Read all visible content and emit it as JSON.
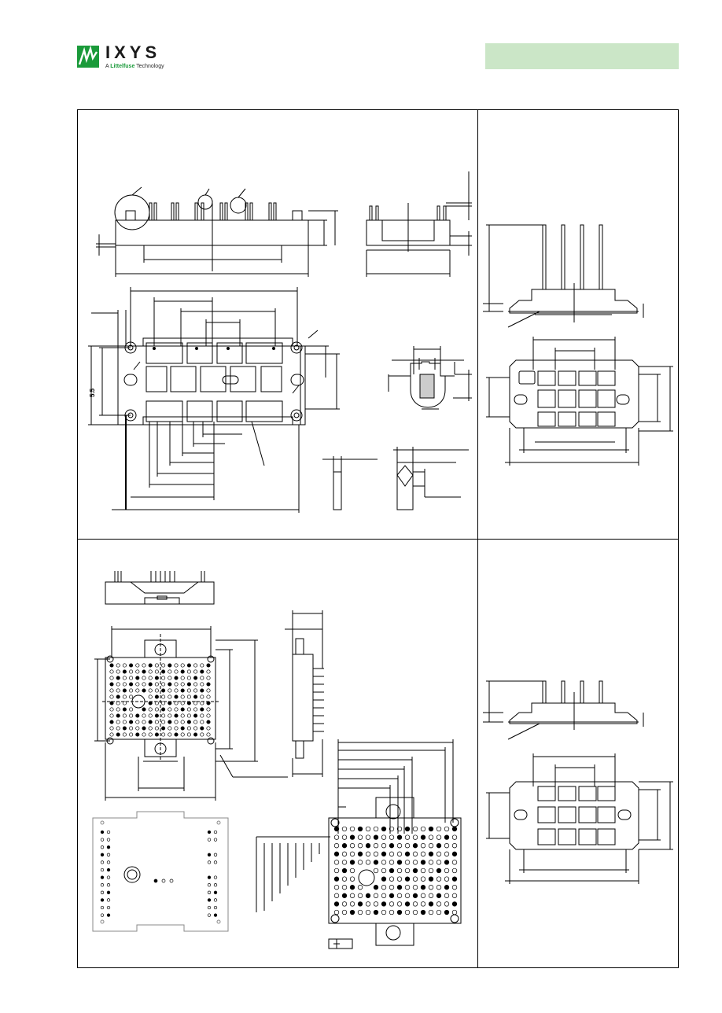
{
  "header": {
    "logo_text": "IXYS",
    "logo_sub_prefix": "A ",
    "logo_sub_brand": "Littelfuse",
    "logo_sub_suffix": " Technology",
    "band_color": "#cbe6c7",
    "brand_color": "#1a9a3a"
  },
  "drawings": {
    "dimension_label": "5.5"
  }
}
